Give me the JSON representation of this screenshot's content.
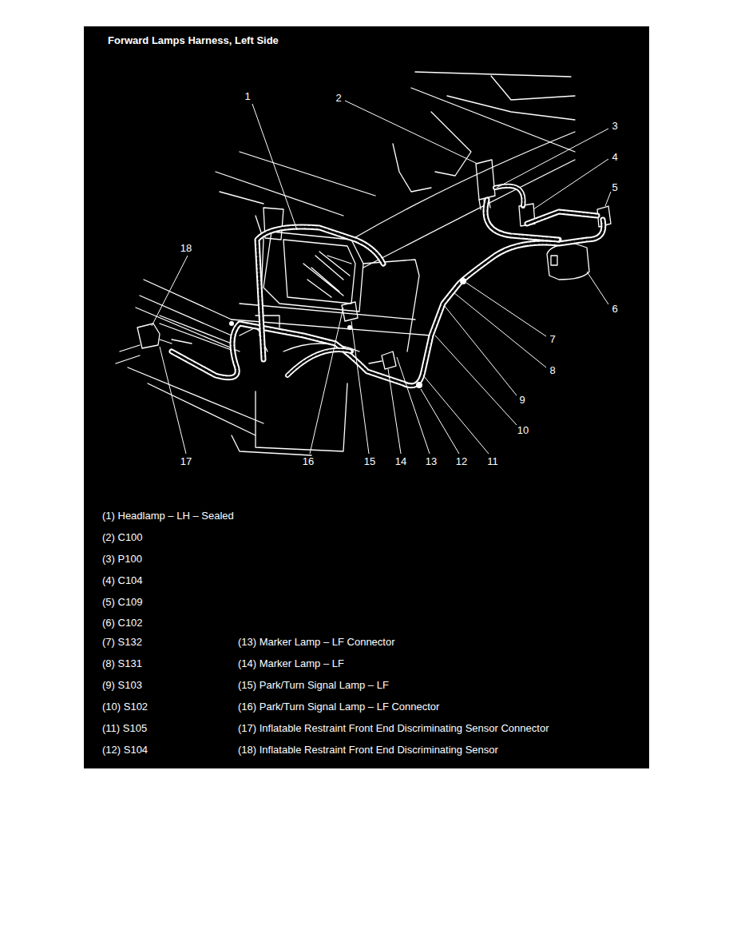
{
  "diagram": {
    "title": "Forward Lamps Harness, Left Side",
    "labels": [
      "1",
      "2",
      "3",
      "4",
      "5",
      "6",
      "7",
      "8",
      "9",
      "10",
      "11",
      "12",
      "13",
      "14",
      "15",
      "16",
      "17",
      "18",
      "(1) Headlamp – LH – Sealed",
      "(2) C100",
      "(3) P100",
      "(4) C104",
      "(5) C109",
      "(6) C102",
      "(7) S132",
      "(13) Marker Lamp – LF Connector",
      "(8) S131",
      "(14) Marker Lamp – LF",
      "(9) S103",
      "(15) Park/Turn Signal Lamp – LF",
      "(10) S102",
      "(16) Park/Turn Signal Lamp – LF Connector",
      "(11) S105",
      "(17) Inflatable Restraint Front End Discriminating Sensor Connector",
      "(12) S104",
      "(18) Inflatable Restraint Front End Discriminating Sensor"
    ]
  }
}
